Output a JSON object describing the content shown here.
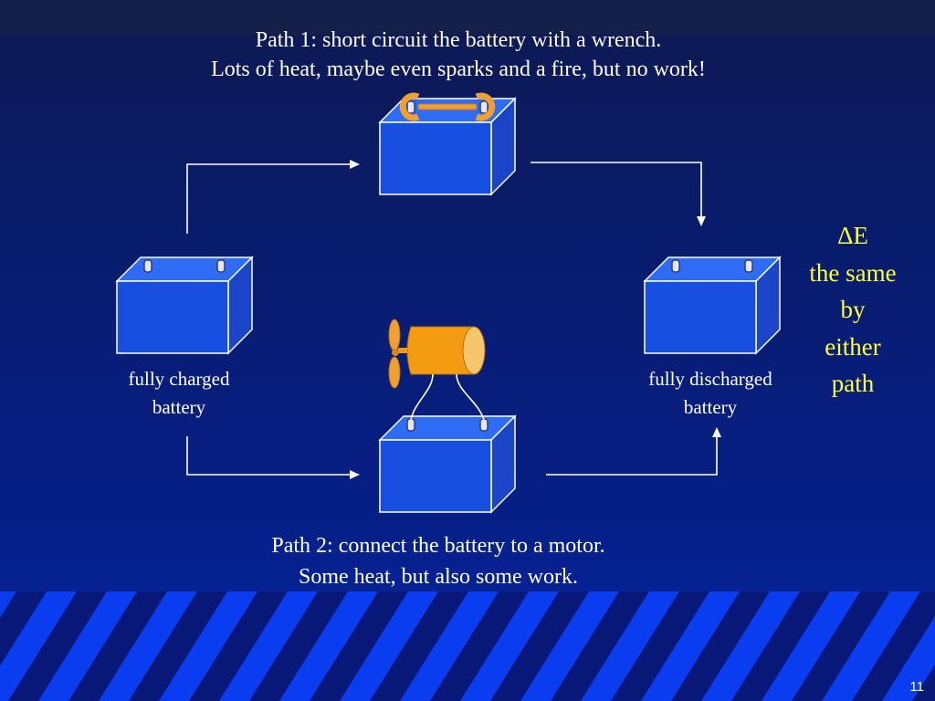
{
  "path1": {
    "line1": "Path 1:  short circuit the battery with a wrench.",
    "line2": "Lots of heat, maybe even sparks and a fire, but no work!"
  },
  "path2": {
    "line1": "Path 2:  connect the battery to a motor.",
    "line2": "Some heat, but also some work."
  },
  "charged_label": {
    "line1": "fully charged",
    "line2": "battery"
  },
  "discharged_label": {
    "line1": "fully discharged",
    "line2": "battery"
  },
  "delta_note": {
    "symbol": "ΔE",
    "line1": "the same",
    "line2": "by",
    "line3": "either",
    "line4": "path"
  },
  "page_number": "11",
  "colors": {
    "battery_front": "#1750e0",
    "battery_top": "#2f6cf6",
    "battery_side": "#1b45c8",
    "battery_outline": "#ffffff",
    "motor": "#f39c12",
    "wrench": "#f0a030",
    "note_text": "#ffff33"
  }
}
